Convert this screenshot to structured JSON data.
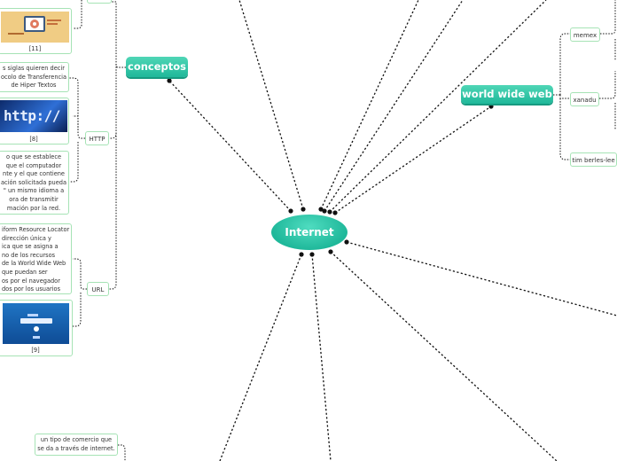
{
  "center": {
    "label": "Internet"
  },
  "main_topics": {
    "conceptos": "conceptos",
    "www": "world wide web"
  },
  "www_children": {
    "memex": "memex",
    "xanadu": "xanadu",
    "tim": "tim berles-lee"
  },
  "concept_children": {
    "http": "HTTP",
    "url": "URL"
  },
  "notes": {
    "http_acronym": [
      "s siglas quieren decir",
      "ocolo de Transferencia",
      "de Hiper Textos"
    ],
    "http_protocol": [
      "o que se establece",
      "que el computador",
      "nte y el que contiene",
      "ación solicitada pueda",
      "\" un mismo idioma a",
      "ora de transmitir",
      "mación por la red."
    ],
    "url_def": [
      "iform Resource Locator",
      "dirección única y",
      "ica que se asigna a",
      "no de los recursos",
      "de la World Wide Web",
      "que puedan ser",
      "os por el navegador",
      "dos por los usuarios"
    ],
    "commerce": [
      "un tipo de comercio que",
      "se da a través de internet."
    ]
  },
  "captions": {
    "img11": "[11]",
    "img8": "[8]",
    "img9": "[9]"
  },
  "images": {
    "img8_text": "http://"
  },
  "colors": {
    "topic": "#1fb89a",
    "border": "#a6e3b5",
    "line": "#111111"
  }
}
